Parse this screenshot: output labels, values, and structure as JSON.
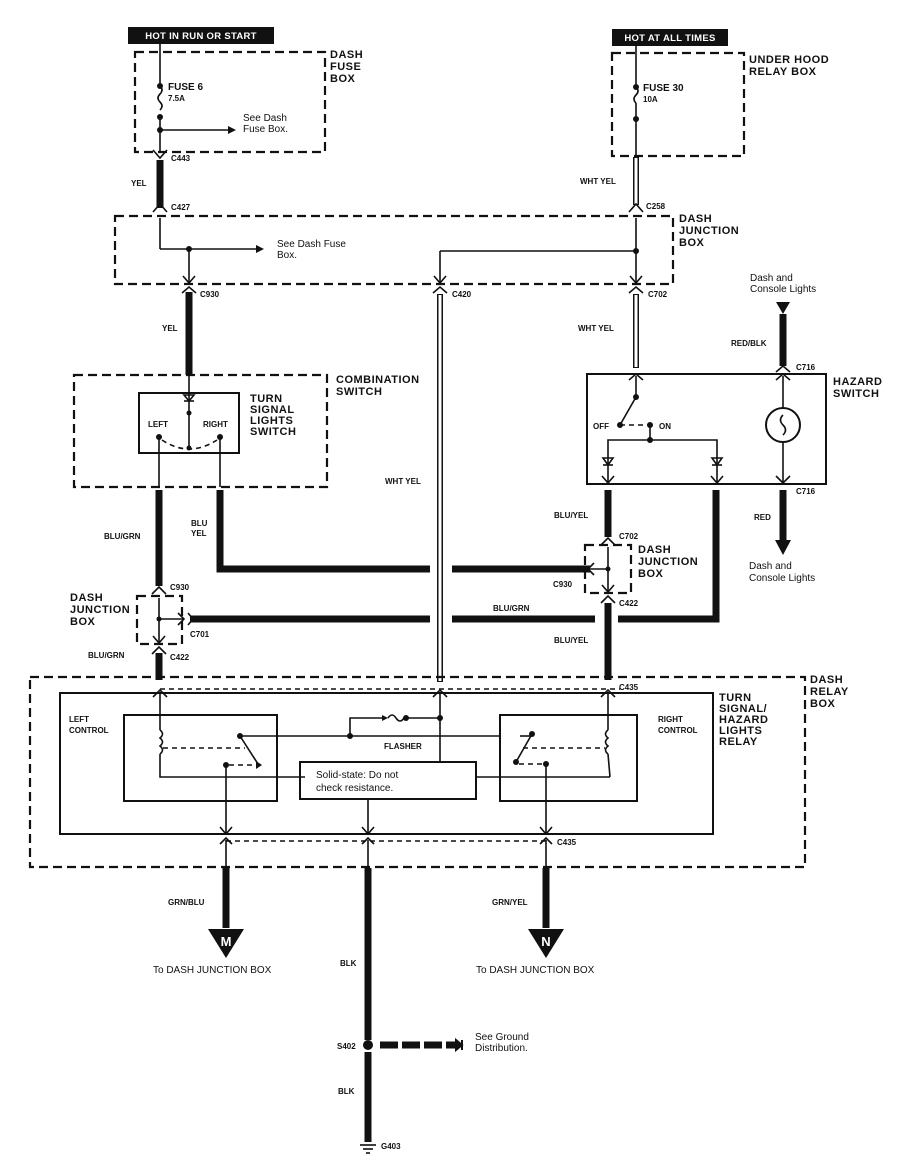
{
  "power_sources": [
    {
      "id": "hot-run-start",
      "label": "HOT IN RUN OR START"
    },
    {
      "id": "hot-all-times",
      "label": "HOT AT ALL TIMES"
    }
  ],
  "components": {
    "dash_fuse_box": {
      "label_lines": [
        "DASH",
        "FUSE",
        "BOX"
      ],
      "fuse_name": "FUSE 6",
      "fuse_rating": "7.5A",
      "note_lines": [
        "See Dash",
        "Fuse Box."
      ]
    },
    "under_hood_relay_box": {
      "label_lines": [
        "UNDER HOOD",
        "RELAY BOX"
      ],
      "fuse_name": "FUSE 30",
      "fuse_rating": "10A"
    },
    "dash_junction_box_top": {
      "label_lines": [
        "DASH",
        "JUNCTION",
        "BOX"
      ],
      "note_lines": [
        "See Dash Fuse",
        "Box."
      ]
    },
    "combination_switch": {
      "label_lines": [
        "COMBINATION",
        "SWITCH"
      ]
    },
    "turn_signal_switch": {
      "label_lines": [
        "TURN",
        "SIGNAL",
        "LIGHTS",
        "SWITCH"
      ],
      "left": "LEFT",
      "right": "RIGHT"
    },
    "hazard_switch": {
      "label_lines": [
        "HAZARD",
        "SWITCH"
      ],
      "off": "OFF",
      "on": "ON"
    },
    "dash_junction_box_left": {
      "label_lines": [
        "DASH",
        "JUNCTION",
        "BOX"
      ]
    },
    "dash_junction_box_right": {
      "label_lines": [
        "DASH",
        "JUNCTION",
        "BOX"
      ]
    },
    "dash_relay_box": {
      "label_lines": [
        "DASH",
        "RELAY",
        "BOX"
      ]
    },
    "turn_hazard_relay": {
      "label_lines": [
        "TURN",
        "SIGNAL/",
        "HAZARD",
        "LIGHTS",
        "RELAY"
      ],
      "left_control_lines": [
        "LEFT",
        "CONTROL"
      ],
      "right_control_lines": [
        "RIGHT",
        "CONTROL"
      ],
      "flasher": "FLASHER",
      "solid_state_lines": [
        "Solid-state: Do not",
        "check resistance."
      ]
    },
    "dash_console_lights_in": {
      "label_lines": [
        "Dash and",
        "Console Lights"
      ]
    },
    "dash_console_lights_out": {
      "label_lines": [
        "Dash and",
        "Console Lights"
      ]
    },
    "ground_note": {
      "label_lines": [
        "See Ground",
        "Distribution."
      ]
    }
  },
  "connectors": [
    "C443",
    "C427",
    "C258",
    "C930",
    "C420",
    "C702",
    "C716",
    "C716",
    "C702",
    "C930",
    "C422",
    "C930",
    "C701",
    "C422",
    "C435",
    "C435",
    "S402",
    "G403"
  ],
  "wire_colors": {
    "yel_1": "YEL",
    "yel_2": "YEL",
    "wht_yel_1": "WHT YEL",
    "wht_yel_2": "WHT YEL",
    "wht_yel_3": "WHT YEL",
    "red_blk": "RED/BLK",
    "red": "RED",
    "blu_grn_1": "BLU/GRN",
    "blu_yel_1": "BLU",
    "blu_yel_1b": "YEL",
    "blu_yel_2": "BLU/YEL",
    "blu_grn_2": "BLU/GRN",
    "blu_grn_3": "BLU/GRN",
    "blu_yel_3": "BLU/YEL",
    "grn_blu": "GRN/BLU",
    "grn_yel": "GRN/YEL",
    "blk_1": "BLK",
    "blk_2": "BLK"
  },
  "outputs": [
    {
      "letter": "M",
      "destination": "To DASH JUNCTION BOX"
    },
    {
      "letter": "N",
      "destination": "To DASH JUNCTION BOX"
    }
  ]
}
